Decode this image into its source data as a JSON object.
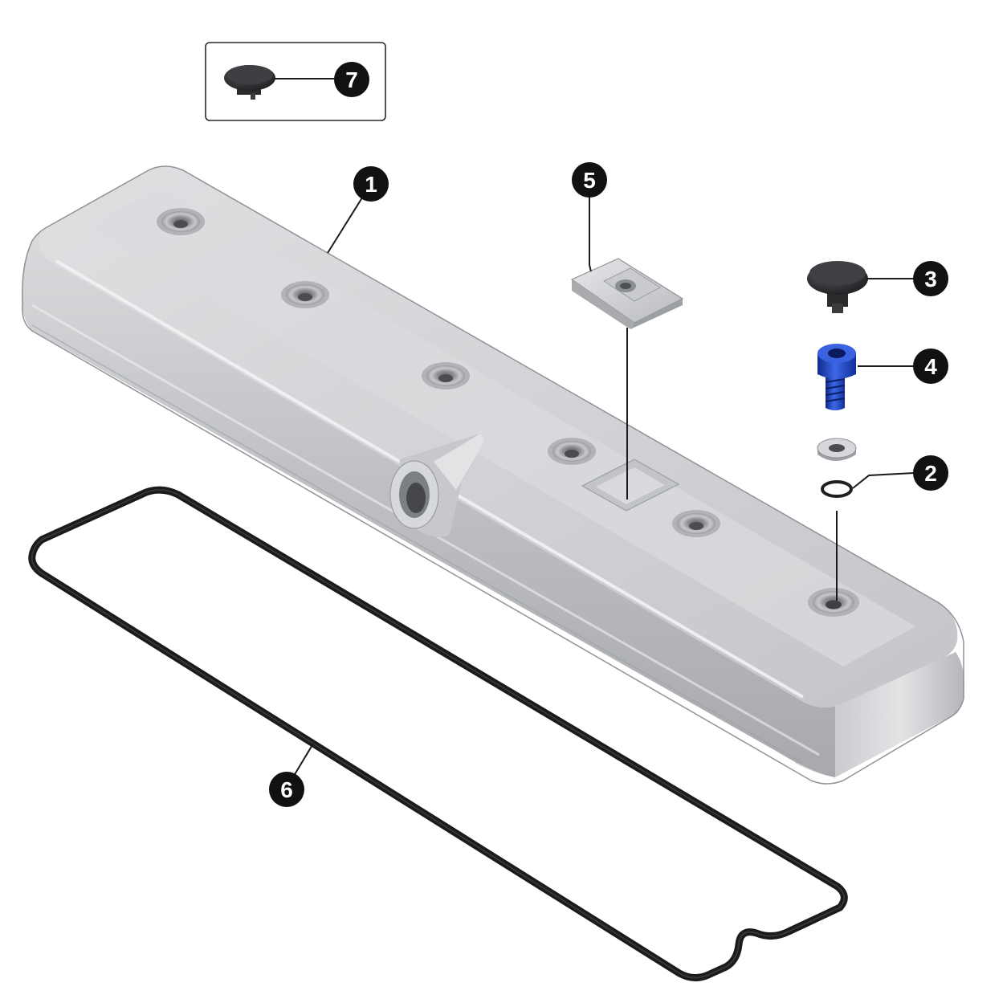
{
  "diagram": {
    "callouts": [
      {
        "id": "1",
        "label": "1"
      },
      {
        "id": "2",
        "label": "2"
      },
      {
        "id": "3",
        "label": "3"
      },
      {
        "id": "4",
        "label": "4"
      },
      {
        "id": "5",
        "label": "5"
      },
      {
        "id": "6",
        "label": "6"
      },
      {
        "id": "7",
        "label": "7"
      }
    ],
    "colors": {
      "callout_fill": "#111111",
      "callout_text": "#ffffff",
      "leader_line": "#1a1a1a",
      "aluminum_light": "#e4e5e7",
      "aluminum_mid": "#c4c6c9",
      "aluminum_dark": "#9c9ea2",
      "gasket": "#1b1b1b",
      "cap_dark": "#2e2f31",
      "bolt_blue": "#1f45c8"
    },
    "icons": {
      "part_1": "valve-cover-icon",
      "part_2": "sealing-washer-icon",
      "part_3": "cap-plug-icon",
      "part_4": "socket-bolt-icon",
      "part_5": "bracket-plate-icon",
      "part_6": "gasket-icon",
      "part_7": "small-cap-plug-icon"
    }
  }
}
